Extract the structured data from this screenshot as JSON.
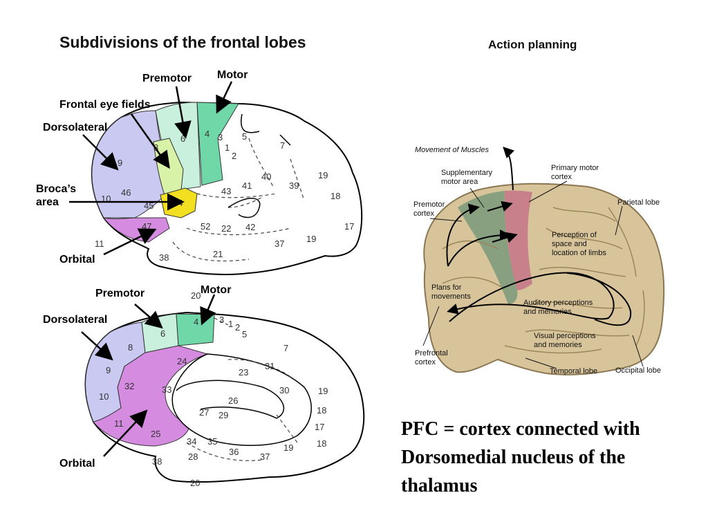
{
  "title": "Subdivisions of the frontal lobes",
  "subtitle": "Action planning",
  "lateral_view": {
    "labels": {
      "premotor": "Premotor",
      "motor": "Motor",
      "frontal_eye_fields": "Frontal eye fields",
      "dorsolateral": "Dorsolateral",
      "brocas_area": "Broca’s\narea",
      "orbital": "Orbital"
    },
    "area_numbers": [
      "6",
      "4",
      "3",
      "1",
      "2",
      "5",
      "7",
      "8",
      "9",
      "46",
      "10",
      "45",
      "44",
      "47",
      "11",
      "43",
      "41",
      "40",
      "39",
      "19",
      "18",
      "17",
      "52",
      "22",
      "42",
      "37",
      "21",
      "38",
      "19",
      "20"
    ]
  },
  "medial_view": {
    "labels": {
      "premotor": "Premotor",
      "motor": "Motor",
      "dorsolateral": "Dorsolateral",
      "orbital": "Orbital"
    },
    "area_numbers": [
      "6",
      "4",
      "3",
      "1",
      "2",
      "5",
      "7",
      "8",
      "9",
      "24",
      "32",
      "33",
      "10",
      "11",
      "25",
      "23",
      "31",
      "26",
      "30",
      "19",
      "27",
      "29",
      "18",
      "17",
      "34",
      "35",
      "28",
      "36",
      "37",
      "18",
      "19",
      "38",
      "20"
    ]
  },
  "pfc_image": {
    "labels": {
      "movement_of_muscles": "Movement of Muscles",
      "supplementary_motor_area": "Supplementary\nmotor area",
      "primary_motor_cortex": "Primary motor\ncortex",
      "premotor_cortex": "Premotor\ncortex",
      "parietal_lobe": "Parietal lobe",
      "perception_space": "Perception of\nspace and\nlocation of limbs",
      "plans_for_movements": "Plans for\nmovements",
      "auditory": "Auditory perceptions\nand memories",
      "visual": "Visual perceptions\nand memories",
      "prefrontal_cortex": "Prefrontal\ncortex",
      "temporal_lobe": "Temporal lobe",
      "occipital_lobe": "Occipital lobe"
    }
  },
  "caption": "PFC = cortex connected with Dorsomedial nucleus of the thalamus",
  "colors": {
    "dorsolateral": "#c9c9f2",
    "frontal_eye": "#d8f2a8",
    "premotor": "#c8f0dc",
    "motor": "#70d8a8",
    "broca": "#f2e020",
    "orbital": "#d48be0",
    "brain_tan": "#d8c49a",
    "motor_pink": "#c77a8a",
    "premotor_green": "#7a9a7a"
  }
}
